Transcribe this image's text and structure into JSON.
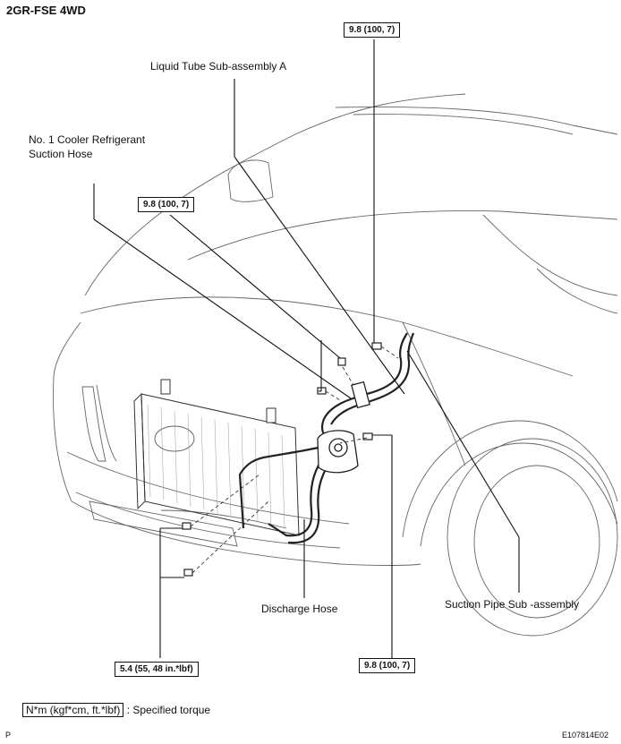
{
  "title": "2GR-FSE 4WD",
  "labels": {
    "liquid_tube": "Liquid Tube Sub-assembly A",
    "cooler_hose_line1": "No. 1 Cooler Refrigerant",
    "cooler_hose_line2": "Suction Hose",
    "suction_pipe": "Suction Pipe Sub -assembly",
    "discharge_hose": "Discharge Hose"
  },
  "torques": {
    "top_right": "9.8 (100, 7)",
    "top_left": "9.8 (100, 7)",
    "bottom_right": "9.8 (100, 7)",
    "bottom_left": "5.4 (55, 48 in.*lbf)"
  },
  "legend": {
    "unit_box": "N*m (kgf*cm, ft.*lbf)",
    "description": ": Specified torque"
  },
  "footer": {
    "left_mark": "P",
    "figure_id": "E107814E02"
  }
}
